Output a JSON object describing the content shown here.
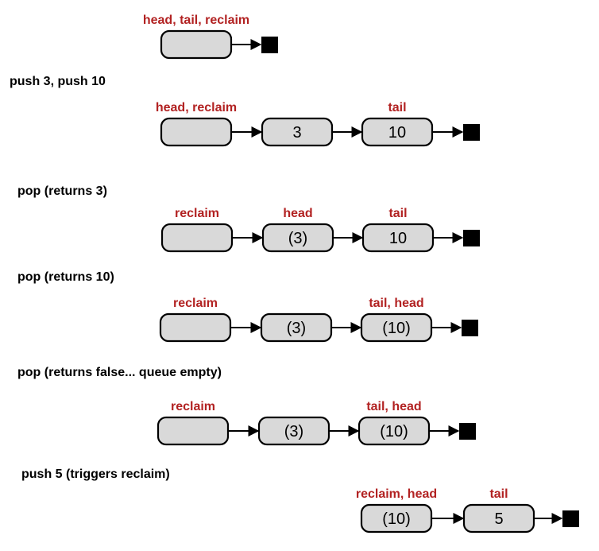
{
  "colors": {
    "pointer_label": "#b22222",
    "node_fill": "#d9d9d9",
    "node_stroke": "#000000",
    "terminator": "#000000",
    "text": "#000000"
  },
  "steps": [
    {
      "caption": "",
      "nodes": [
        {
          "value": "",
          "label": "head, tail, reclaim"
        }
      ]
    },
    {
      "caption": "push 3, push 10",
      "nodes": [
        {
          "value": "",
          "label": "head, reclaim"
        },
        {
          "value": "3",
          "label": ""
        },
        {
          "value": "10",
          "label": "tail"
        }
      ]
    },
    {
      "caption": "pop (returns 3)",
      "nodes": [
        {
          "value": "",
          "label": "reclaim"
        },
        {
          "value": "(3)",
          "label": "head"
        },
        {
          "value": "10",
          "label": "tail"
        }
      ]
    },
    {
      "caption": "pop (returns 10)",
      "nodes": [
        {
          "value": "",
          "label": "reclaim"
        },
        {
          "value": "(3)",
          "label": ""
        },
        {
          "value": "(10)",
          "label": "tail, head"
        }
      ]
    },
    {
      "caption": "pop (returns false... queue empty)",
      "nodes": [
        {
          "value": "",
          "label": "reclaim"
        },
        {
          "value": "(3)",
          "label": ""
        },
        {
          "value": "(10)",
          "label": "tail, head"
        }
      ]
    },
    {
      "caption": "push 5 (triggers reclaim)",
      "nodes": [
        {
          "value": "(10)",
          "label": "reclaim, head"
        },
        {
          "value": "5",
          "label": "tail"
        }
      ]
    }
  ]
}
